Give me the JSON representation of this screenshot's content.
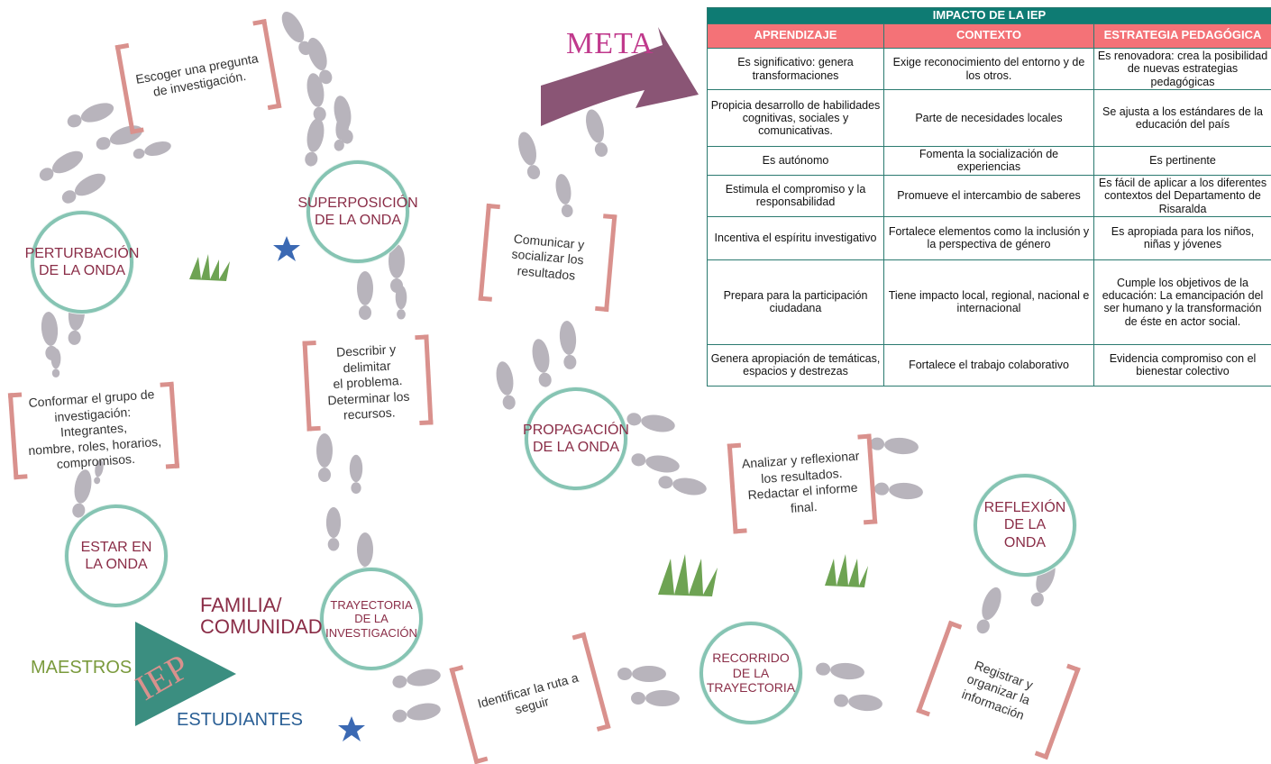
{
  "meta_label": "META",
  "stages": {
    "estar": "ESTAR EN\nLA ONDA",
    "perturbacion": "PERTURBACIÓN\nDE LA ONDA",
    "superposicion": "SUPERPOSICIÓN\nDE LA ONDA",
    "trayectoria": "TRAYECTORIA\nDE LA\nINVESTIGACIÓN",
    "propagacion": "PROPAGACIÓN\nDE LA ONDA",
    "recorrido": "RECORRIDO DE LA\nTRAYECTORIA",
    "reflexion": "REFLEXIÓN\nDE LA ONDA"
  },
  "notes": {
    "conformar": "Conformar el grupo de\ninvestigación: Integrantes,\nnombre, roles, horarios,\ncompromisos.",
    "escoger": "Escoger una pregunta\nde investigación.",
    "describir": "Describir y delimitar\nel problema.\nDeterminar los\nrecursos.",
    "identificar": "Identificar la ruta a\nseguir",
    "comunicar": "Comunicar y\nsocializar los\nresultados",
    "analizar": "Analizar y reflexionar\nlos resultados.\nRedactar el informe\nfinal.",
    "registrar": "Registrar y\norganizar la\ninformación"
  },
  "legend": {
    "familia": "FAMILIA/\nCOMUNIDAD",
    "maestros": "MAESTROS",
    "estudiantes": "ESTUDIANTES",
    "iep": "IEP"
  },
  "colors": {
    "teal": "#86c4b3",
    "burgundy": "#8a2d47",
    "pink_bracket": "#d9918d",
    "magenta_meta": "#c0398c",
    "footprint": "#b8b4bc",
    "green_maestros": "#7a9a3c",
    "blue_estudiantes": "#2a5f95",
    "triangle": "#3b8e80",
    "table_header": "#0e7b73",
    "table_colhead": "#f47277"
  },
  "table": {
    "caption": "IMPACTO DE LA IEP",
    "headers": [
      "APRENDIZAJE",
      "CONTEXTO",
      "ESTRATEGIA PEDAGÓGICA"
    ],
    "rows": [
      [
        "Es significativo: genera transformaciones",
        "Exige reconocimiento del entorno y de los otros.",
        "Es renovadora: crea la posibilidad de nuevas estrategias pedagógicas"
      ],
      [
        "Propicia desarrollo de habilidades cognitivas, sociales y comunicativas.",
        "Parte de necesidades locales",
        "Se ajusta a los estándares de la educación del país"
      ],
      [
        "Es autónomo",
        "Fomenta la socialización de experiencias",
        "Es pertinente"
      ],
      [
        "Estimula el compromiso y la responsabilidad",
        "Promueve el intercambio de saberes",
        "Es fácil de aplicar a los diferentes contextos del Departamento de Risaralda"
      ],
      [
        "Incentiva el espíritu investigativo",
        "Fortalece elementos como la inclusión y la perspectiva de género",
        "Es apropiada para los niños, niñas y jóvenes"
      ],
      [
        "Prepara para la participación ciudadana",
        "Tiene impacto local, regional, nacional e internacional",
        "Cumple los objetivos de la educación: La emancipación del ser humano y la transformación de éste en actor social."
      ],
      [
        "Genera apropiación de temáticas, espacios y destrezas",
        "Fortalece el trabajo colaborativo",
        "Evidencia compromiso con el bienestar colectivo"
      ]
    ]
  }
}
